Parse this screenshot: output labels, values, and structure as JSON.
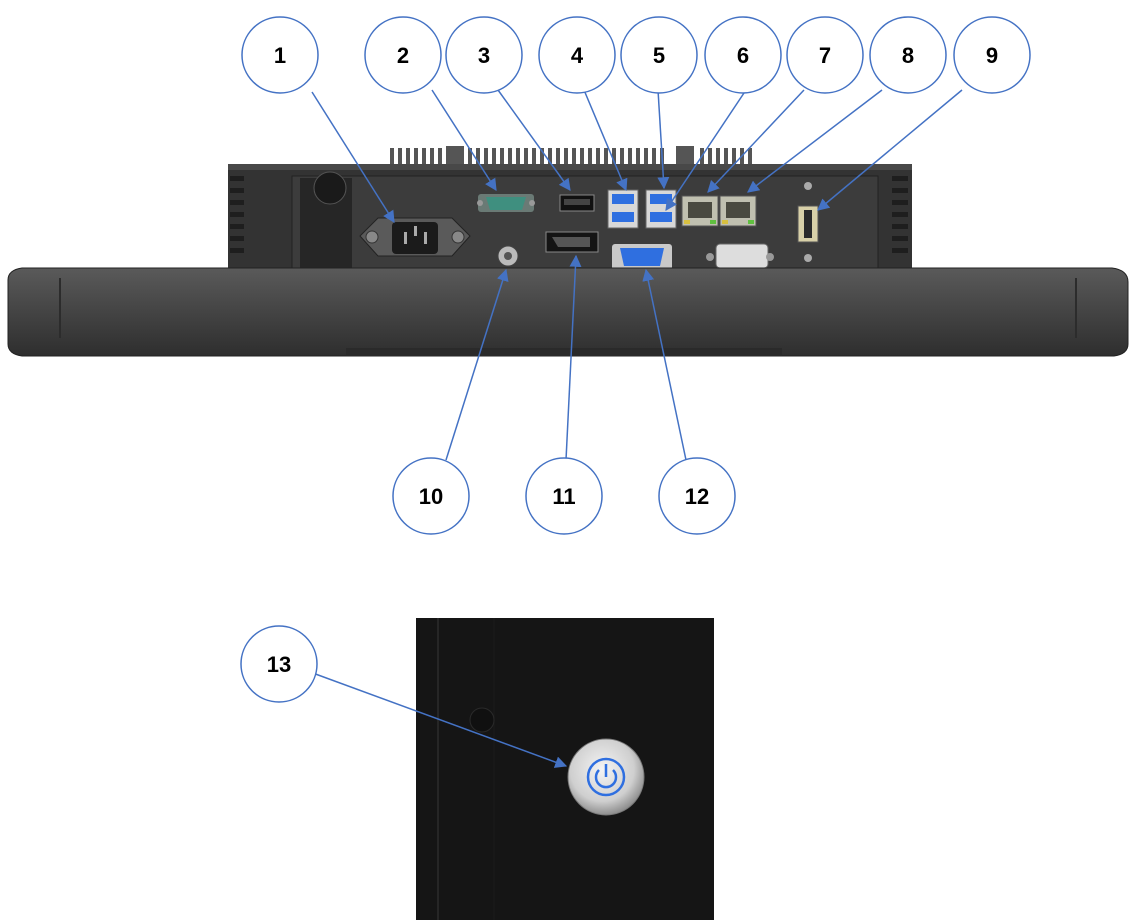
{
  "colors": {
    "callout_stroke": "#4472c4",
    "leader_line": "#4472c4",
    "device_body": "#3a3a3a",
    "bezel": "#4a4a4a",
    "port_blue": "#2f6fe0",
    "port_green": "#3f8f7f",
    "side_panel": "#151515"
  },
  "callouts": [
    {
      "id": "1",
      "label": "1"
    },
    {
      "id": "2",
      "label": "2"
    },
    {
      "id": "3",
      "label": "3"
    },
    {
      "id": "4",
      "label": "4"
    },
    {
      "id": "5",
      "label": "5"
    },
    {
      "id": "6",
      "label": "6"
    },
    {
      "id": "7",
      "label": "7"
    },
    {
      "id": "8",
      "label": "8"
    },
    {
      "id": "9",
      "label": "9"
    },
    {
      "id": "10",
      "label": "10"
    },
    {
      "id": "11",
      "label": "11"
    },
    {
      "id": "12",
      "label": "12"
    },
    {
      "id": "13",
      "label": "13"
    }
  ],
  "icons": {
    "power_button": "power-icon"
  }
}
